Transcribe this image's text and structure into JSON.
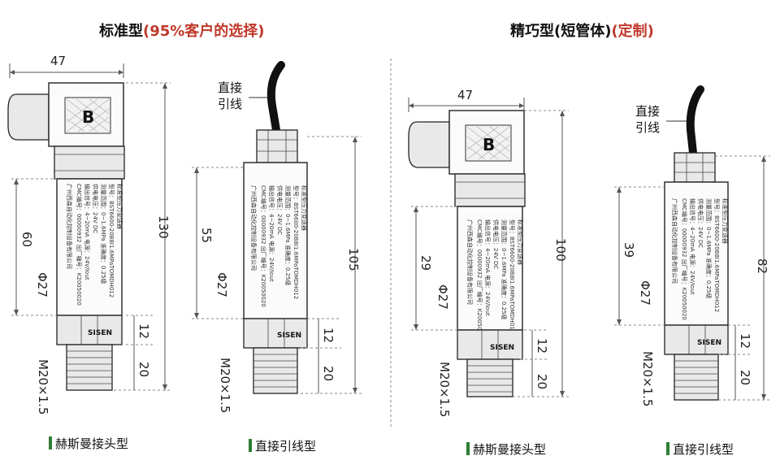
{
  "headings": {
    "left": {
      "main": "标准型",
      "accent": "(95%客户的选择)"
    },
    "right": {
      "main": "精巧型(短管体)",
      "accent": "(定制)"
    }
  },
  "colors": {
    "accent": "#c0392b",
    "bullet": "#2e7d32",
    "line": "#222222",
    "dim": "#555555"
  },
  "cable_label": [
    "直接",
    "引线"
  ],
  "connector_letter": "B",
  "brand": "SISEN",
  "thread_spec": "M20×1.5",
  "diameter": "Φ27",
  "nameplate_lines": [
    "标准型压力变送器",
    "型号：BST6600-20B8I1.6MPaTOMDH012",
    "测量范围：0~1.6MPa  准确度：0.25级",
    "供电电压：24V DC",
    "输出信号：4~20mA  电源：24V/Iout",
    "CMC编号：00000932  出厂编号：K20050020",
    "广州西森自动化控制设备有限公司"
  ],
  "diagrams": [
    {
      "name": "standard-hirschmann",
      "dims": {
        "width": "47",
        "total": "130",
        "body": "60",
        "hex": "12",
        "thread": "20"
      },
      "caption": "赫斯曼接头型"
    },
    {
      "name": "standard-cable",
      "dims": {
        "total": "105",
        "body": "55",
        "hex": "12",
        "thread": "20"
      },
      "caption": "直接引线型"
    },
    {
      "name": "compact-hirschmann",
      "dims": {
        "width": "47",
        "total": "100",
        "body": "29",
        "hex": "12",
        "thread": "20"
      },
      "caption": "赫斯曼接头型"
    },
    {
      "name": "compact-cable",
      "dims": {
        "total": "82",
        "body": "39",
        "hex": "12",
        "thread": "20"
      },
      "caption": "直接引线型"
    }
  ]
}
